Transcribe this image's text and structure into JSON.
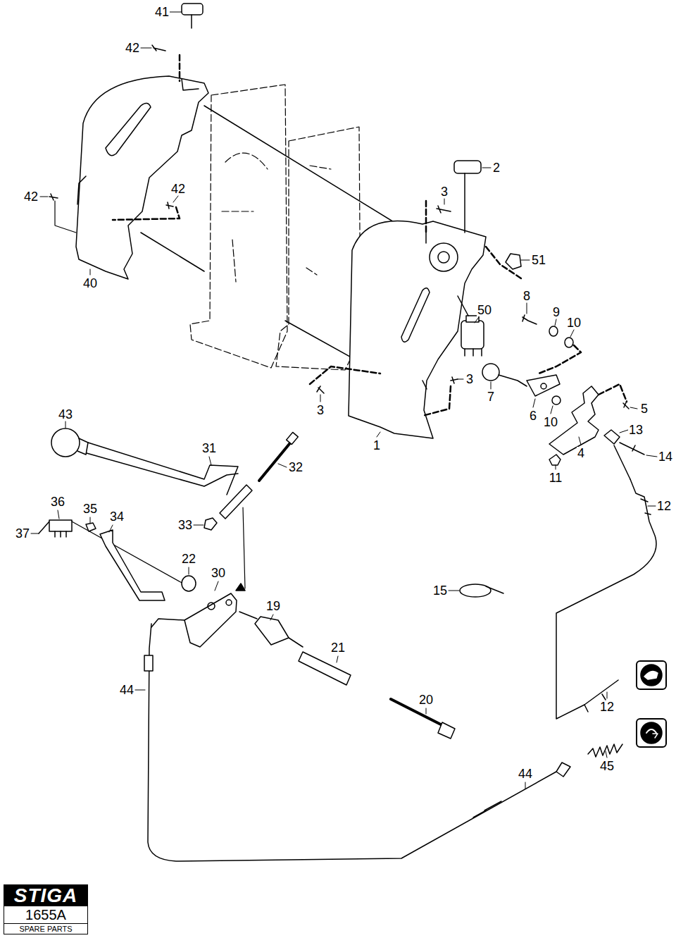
{
  "diagram": {
    "nodes": [
      {
        "text": [
          "STIGA",
          "1655A",
          "SPARE PARTS"
        ]
      }
    ],
    "labels": [
      "41",
      "42",
      "2",
      "3",
      "42",
      "42",
      "51",
      "40",
      "8",
      "9",
      "10",
      "50",
      "3",
      "7",
      "43",
      "5",
      "6",
      "10",
      "13",
      "3",
      "31",
      "1",
      "4",
      "14",
      "32",
      "11",
      "36",
      "12",
      "35",
      "34",
      "37",
      "33",
      "22",
      "30",
      "15",
      "19",
      "21",
      "44",
      "20",
      "12",
      "44",
      "45"
    ]
  }
}
